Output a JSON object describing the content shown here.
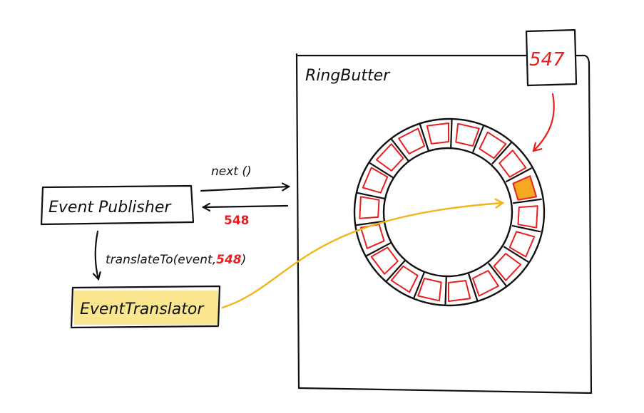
{
  "ring_buffer": {
    "title": "RingButter",
    "sequence_label": "547",
    "slot_count": 18,
    "slot_color": "#e62020",
    "highlight_slot_color": "#f6a821"
  },
  "publisher": {
    "label": "Event Publisher",
    "call_label": "next ()",
    "return_label": "548"
  },
  "translate": {
    "call_prefix": "translateTo(event,",
    "call_number": "548",
    "call_suffix": ")"
  },
  "translator": {
    "label": "EventTranslator",
    "highlight_color": "#fbe58a",
    "arrow_color": "#f2b418"
  }
}
